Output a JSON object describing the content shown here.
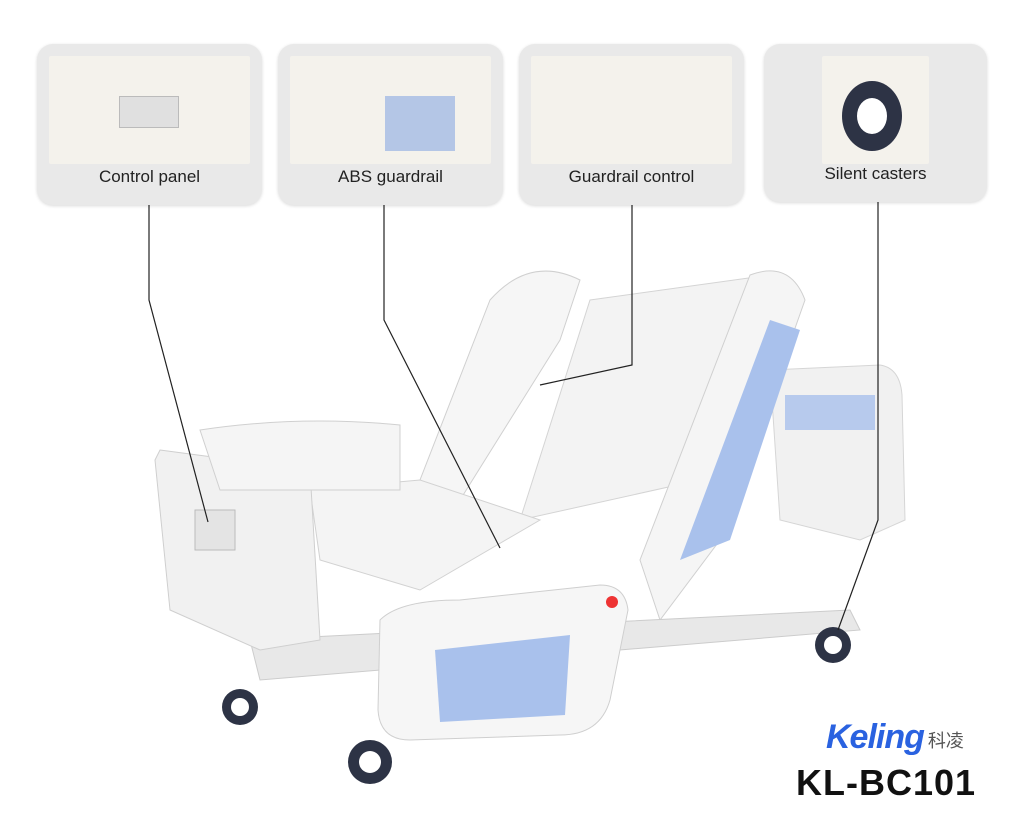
{
  "callouts": [
    {
      "label": "Control panel"
    },
    {
      "label": "ABS guardrail"
    },
    {
      "label": "Guardrail control"
    },
    {
      "label": "Silent casters"
    }
  ],
  "brand": {
    "name": "Keling",
    "name_cn": "科凌",
    "color": "#2a62e0"
  },
  "model": "KL-BC101",
  "colors": {
    "panel_blue": "#a9c1ec",
    "frame": "#f2f2f2",
    "callout_bg": "#e9e9e9"
  }
}
